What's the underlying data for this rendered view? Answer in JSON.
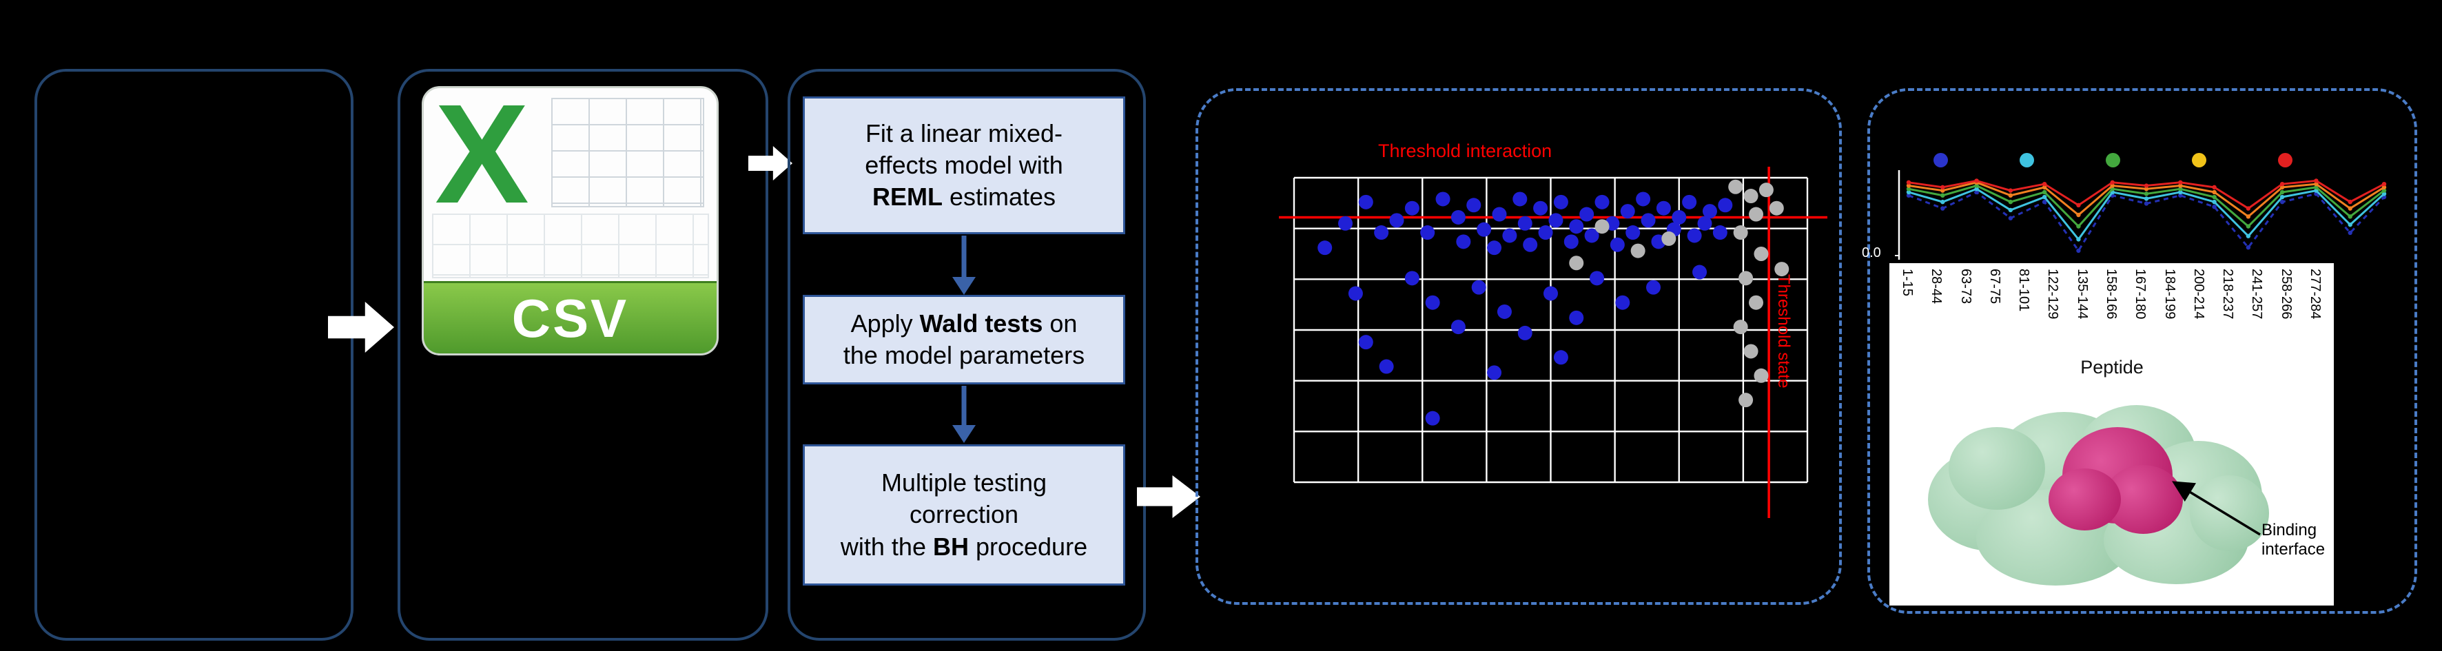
{
  "workflow": {
    "steps": [
      {
        "pre": "Fit a linear mixed-\neffects model with\n",
        "bold": "REML",
        "post": " estimates"
      },
      {
        "pre": "Apply ",
        "bold": "Wald tests",
        "post": " on\nthe model parameters"
      },
      {
        "pre": "Multiple testing\ncorrection\nwith the ",
        "bold": "BH",
        "post": " procedure"
      }
    ],
    "csv": {
      "logo_letter": "X",
      "label": "CSV"
    }
  },
  "labels": {
    "binding": "Binding\ninterface"
  },
  "colors": {
    "threshold_red": "#ff0000",
    "point_blue": "#2020d6",
    "point_gray": "#b5b5b5",
    "step_box_fill": "#dce4f4",
    "step_box_border": "#2e5597",
    "panel_border": "#24456e",
    "dashed_border": "#4a7cc7",
    "csv_green": "#4f9a2c"
  },
  "chart_data": [
    {
      "type": "scatter",
      "title": "Threshold interaction",
      "y_side_label": "Threshold state",
      "grid": {
        "cols": 8,
        "rows": 6,
        "color": "#ffffff"
      },
      "threshold_h_frac": 0.13,
      "threshold_v_frac": 0.925,
      "threshold_color": "#ff0000",
      "series": [
        {
          "name": "blue-points",
          "color": "#2020d6",
          "points": [
            [
              0.1,
              0.15
            ],
            [
              0.14,
              0.08
            ],
            [
              0.17,
              0.18
            ],
            [
              0.2,
              0.14
            ],
            [
              0.23,
              0.1
            ],
            [
              0.26,
              0.18
            ],
            [
              0.29,
              0.07
            ],
            [
              0.32,
              0.13
            ],
            [
              0.33,
              0.21
            ],
            [
              0.35,
              0.09
            ],
            [
              0.37,
              0.17
            ],
            [
              0.39,
              0.23
            ],
            [
              0.4,
              0.12
            ],
            [
              0.42,
              0.19
            ],
            [
              0.44,
              0.07
            ],
            [
              0.45,
              0.15
            ],
            [
              0.46,
              0.22
            ],
            [
              0.48,
              0.1
            ],
            [
              0.49,
              0.18
            ],
            [
              0.51,
              0.14
            ],
            [
              0.52,
              0.08
            ],
            [
              0.54,
              0.21
            ],
            [
              0.55,
              0.16
            ],
            [
              0.57,
              0.12
            ],
            [
              0.58,
              0.19
            ],
            [
              0.6,
              0.08
            ],
            [
              0.62,
              0.15
            ],
            [
              0.63,
              0.22
            ],
            [
              0.65,
              0.11
            ],
            [
              0.66,
              0.18
            ],
            [
              0.68,
              0.07
            ],
            [
              0.69,
              0.14
            ],
            [
              0.71,
              0.21
            ],
            [
              0.72,
              0.1
            ],
            [
              0.74,
              0.17
            ],
            [
              0.75,
              0.13
            ],
            [
              0.77,
              0.08
            ],
            [
              0.78,
              0.19
            ],
            [
              0.8,
              0.15
            ],
            [
              0.81,
              0.11
            ],
            [
              0.83,
              0.18
            ],
            [
              0.84,
              0.09
            ],
            [
              0.23,
              0.33
            ],
            [
              0.27,
              0.41
            ],
            [
              0.32,
              0.49
            ],
            [
              0.36,
              0.36
            ],
            [
              0.41,
              0.44
            ],
            [
              0.45,
              0.51
            ],
            [
              0.5,
              0.38
            ],
            [
              0.55,
              0.46
            ],
            [
              0.59,
              0.33
            ],
            [
              0.64,
              0.41
            ],
            [
              0.14,
              0.54
            ],
            [
              0.18,
              0.62
            ],
            [
              0.27,
              0.79
            ],
            [
              0.39,
              0.64
            ],
            [
              0.52,
              0.59
            ],
            [
              0.7,
              0.36
            ],
            [
              0.79,
              0.31
            ],
            [
              0.12,
              0.38
            ],
            [
              0.06,
              0.23
            ]
          ]
        },
        {
          "name": "gray-points",
          "color": "#b5b5b5",
          "points": [
            [
              0.86,
              0.03
            ],
            [
              0.89,
              0.06
            ],
            [
              0.92,
              0.04
            ],
            [
              0.9,
              0.12
            ],
            [
              0.87,
              0.18
            ],
            [
              0.91,
              0.25
            ],
            [
              0.88,
              0.33
            ],
            [
              0.9,
              0.41
            ],
            [
              0.87,
              0.49
            ],
            [
              0.89,
              0.57
            ],
            [
              0.91,
              0.65
            ],
            [
              0.88,
              0.73
            ],
            [
              0.6,
              0.16
            ],
            [
              0.67,
              0.24
            ],
            [
              0.73,
              0.2
            ],
            [
              0.55,
              0.28
            ],
            [
              0.94,
              0.1
            ],
            [
              0.95,
              0.3
            ]
          ]
        }
      ]
    },
    {
      "type": "line",
      "xlabel": "Peptide",
      "y_tick_label": "0.0",
      "categories": [
        "1-15",
        "28-44",
        "63-73",
        "67-75",
        "81-101",
        "122-129",
        "135-144",
        "158-166",
        "167-180",
        "184-199",
        "200-214",
        "218-237",
        "241-257",
        "258-266",
        "277-284"
      ],
      "legend_dot_colors": [
        "#2b35cc",
        "#3fc3e0",
        "#43a83e",
        "#f1c319",
        "#e32020"
      ],
      "series": [
        {
          "name": "navy",
          "color": "#2330b4",
          "dashed": true,
          "values": [
            0.74,
            0.58,
            0.78,
            0.46,
            0.66,
            0.06,
            0.74,
            0.64,
            0.74,
            0.6,
            0.1,
            0.66,
            0.76,
            0.28,
            0.72
          ]
        },
        {
          "name": "cyan",
          "color": "#3fc3e0",
          "dashed": false,
          "values": [
            0.78,
            0.66,
            0.82,
            0.56,
            0.72,
            0.2,
            0.78,
            0.7,
            0.78,
            0.66,
            0.24,
            0.72,
            0.8,
            0.38,
            0.76
          ]
        },
        {
          "name": "green",
          "color": "#43a83e",
          "dashed": false,
          "values": [
            0.82,
            0.74,
            0.86,
            0.66,
            0.78,
            0.36,
            0.82,
            0.76,
            0.82,
            0.72,
            0.36,
            0.78,
            0.84,
            0.48,
            0.8
          ]
        },
        {
          "name": "orange",
          "color": "#f08020",
          "dashed": false,
          "values": [
            0.86,
            0.8,
            0.9,
            0.74,
            0.84,
            0.5,
            0.86,
            0.82,
            0.86,
            0.78,
            0.48,
            0.84,
            0.88,
            0.58,
            0.84
          ]
        },
        {
          "name": "red",
          "color": "#e32020",
          "dashed": false,
          "values": [
            0.9,
            0.84,
            0.92,
            0.8,
            0.88,
            0.62,
            0.9,
            0.86,
            0.9,
            0.84,
            0.58,
            0.88,
            0.92,
            0.66,
            0.88
          ]
        }
      ]
    }
  ]
}
